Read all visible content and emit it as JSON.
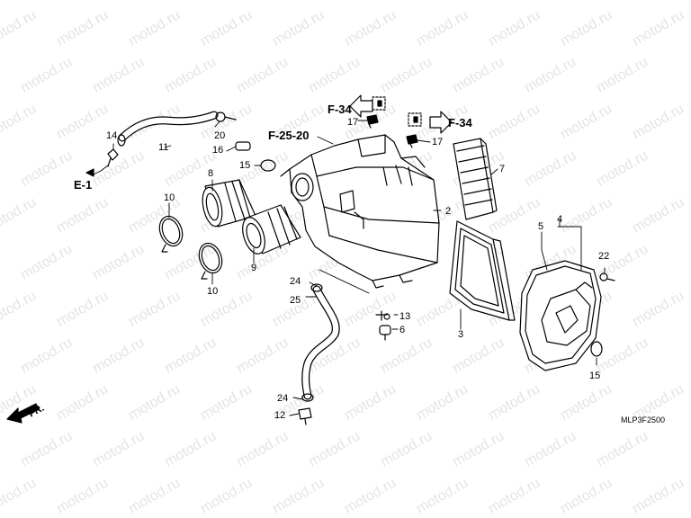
{
  "watermark": {
    "text": "motod.ru"
  },
  "diagram_code": "MLP3F2500",
  "direction": {
    "label": "FR."
  },
  "references": {
    "f34_top": "F-34",
    "f34_right": "F-34",
    "f25_20": "F-25-20",
    "e1": "E-1"
  },
  "parts": {
    "p2": "2",
    "p3": "3",
    "p4": "4",
    "p5": "5",
    "p6": "6",
    "p7": "7",
    "p8": "8",
    "p9": "9",
    "p10a": "10",
    "p10b": "10",
    "p11": "11",
    "p12": "12",
    "p13": "13",
    "p14": "14",
    "p15a": "15",
    "p15b": "15",
    "p16": "16",
    "p17a": "17",
    "p17b": "17",
    "p20": "20",
    "p22": "22",
    "p24a": "24",
    "p24b": "24",
    "p25": "25"
  }
}
